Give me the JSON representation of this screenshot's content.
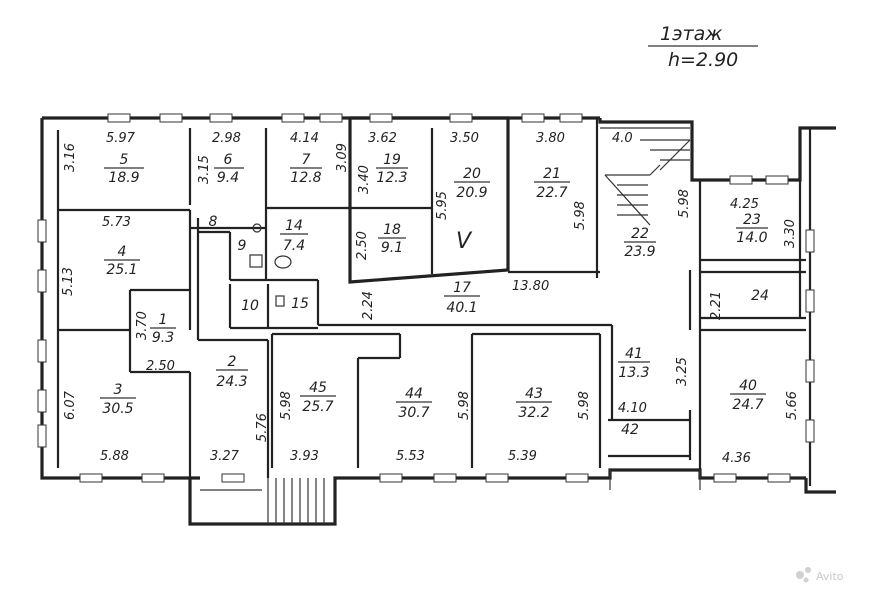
{
  "header": {
    "floor": "1этаж",
    "height": "h=2.90"
  },
  "watermark": "Avito",
  "rooms": [
    {
      "id": "5",
      "num": "5",
      "area": "18.9"
    },
    {
      "id": "6",
      "num": "6",
      "area": "9.4"
    },
    {
      "id": "7",
      "num": "7",
      "area": "12.8"
    },
    {
      "id": "19",
      "num": "19",
      "area": "12.3"
    },
    {
      "id": "20",
      "num": "20",
      "area": "20.9"
    },
    {
      "id": "21",
      "num": "21",
      "area": "22.7"
    },
    {
      "id": "22",
      "num": "22",
      "area": "23.9"
    },
    {
      "id": "23",
      "num": "23",
      "area": "14.0"
    },
    {
      "id": "4",
      "num": "4",
      "area": "25.1"
    },
    {
      "id": "8",
      "num": "8",
      "area": ""
    },
    {
      "id": "9",
      "num": "9",
      "area": ""
    },
    {
      "id": "14",
      "num": "14",
      "area": "7.4"
    },
    {
      "id": "18",
      "num": "18",
      "area": "9.1"
    },
    {
      "id": "17",
      "num": "17",
      "area": "40.1"
    },
    {
      "id": "24",
      "num": "24",
      "area": ""
    },
    {
      "id": "10",
      "num": "10",
      "area": ""
    },
    {
      "id": "15",
      "num": "15",
      "area": ""
    },
    {
      "id": "1",
      "num": "1",
      "area": "9.3"
    },
    {
      "id": "2",
      "num": "2",
      "area": "24.3"
    },
    {
      "id": "3",
      "num": "3",
      "area": "30.5"
    },
    {
      "id": "45",
      "num": "45",
      "area": "25.7"
    },
    {
      "id": "44",
      "num": "44",
      "area": "30.7"
    },
    {
      "id": "43",
      "num": "43",
      "area": "32.2"
    },
    {
      "id": "41",
      "num": "41",
      "area": "13.3"
    },
    {
      "id": "40",
      "num": "40",
      "area": "24.7"
    },
    {
      "id": "42",
      "num": "42",
      "area": ""
    }
  ],
  "dimensions": [
    "5.97",
    "2.98",
    "4.14",
    "3.62",
    "3.50",
    "3.80",
    "4.0",
    "4.25",
    "3.16",
    "3.15",
    "3.09",
    "3.40",
    "5.95",
    "5.98",
    "5.98",
    "3.30",
    "5.73",
    "2.50",
    "13.80",
    "2.24",
    "2.21",
    "5.13",
    "3.70",
    "2.50",
    "6.07",
    "5.98",
    "5.76",
    "5.98",
    "5.98",
    "3.25",
    "5.66",
    "4.10",
    "5.88",
    "3.27",
    "3.93",
    "5.53",
    "5.39",
    "4.36"
  ],
  "check_mark": "V"
}
